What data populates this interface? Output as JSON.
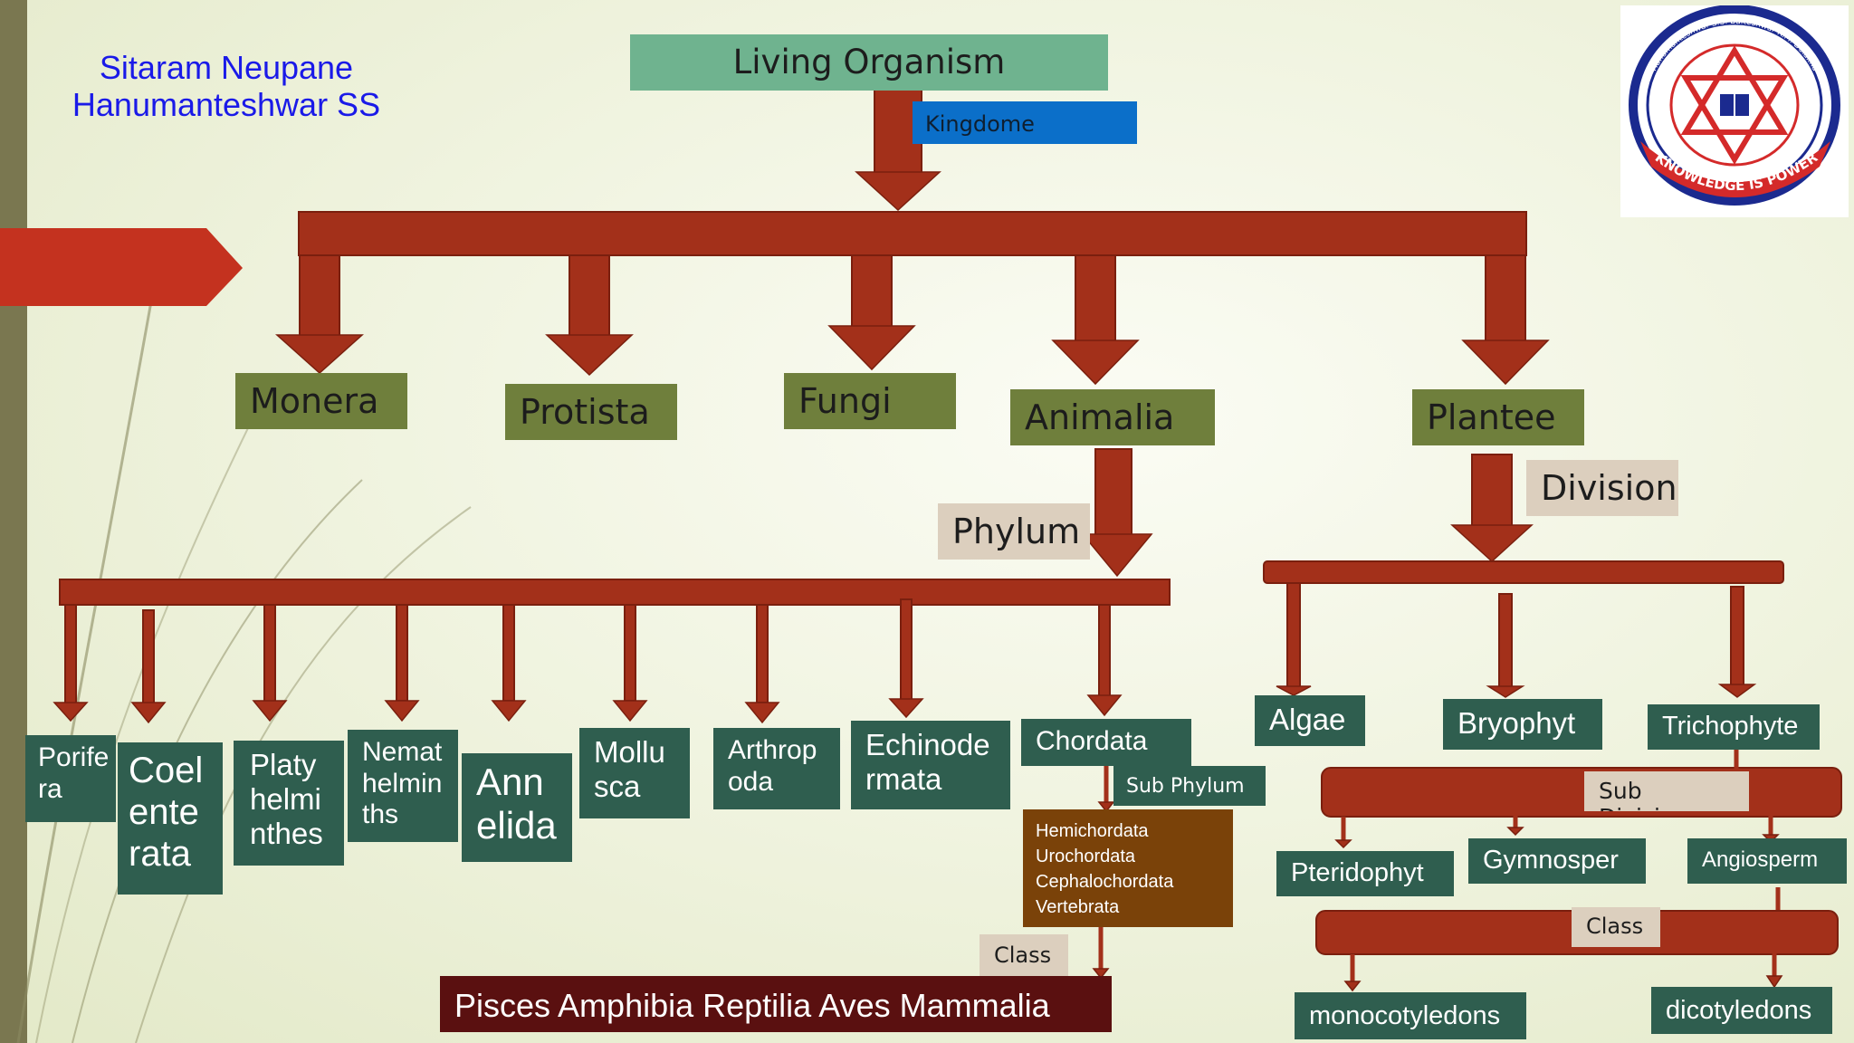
{
  "author": {
    "name": "Sitaram Neupane",
    "school": "Hanumanteshwar SS"
  },
  "nodes": {
    "root": "Living Organism",
    "kingdome_label": "Kingdome",
    "kingdoms": [
      "Monera",
      "Protista",
      "Fungi",
      "Animalia",
      "Plantee"
    ],
    "phylum_label": "Phylum",
    "division_label": "Division",
    "phyla": [
      "Porife\nra",
      "Coel\nente\nrata",
      "Platy\nhelmi\nnthes",
      "Nemat\nhelmin\nths",
      "Ann\nelida",
      "Mollu\nsca",
      "Arthrop\noda",
      "Echinode\nrmata",
      "Chordata"
    ],
    "sub_phylum_label": "Sub Phylum",
    "sub_phyla": "Hemichordata\nUrochordata\nCephalochordata\nVertebrata",
    "chordata_class_label": "Class",
    "classes": "Pisces Amphibia Reptilia Aves Mammalia",
    "divisions": [
      "Algae",
      "Bryophyt\na",
      "Trichophyte"
    ],
    "sub_division_label": "Sub Division",
    "sub_divisions": [
      "Pteridophyt\ne",
      "Gymnosper\nm",
      "Angiosperm"
    ],
    "angio_class_label": "Class",
    "angio_classes": [
      "monocotyledons",
      "dicotyledons"
    ]
  },
  "logo": {
    "motto": "KNOWLEDGE IS POWER",
    "ring_text": "Hanumanteshwar S.S. Baiteshwar R.M. Dolakha"
  },
  "colors": {
    "arrow": "#a3301a",
    "olive": "#6f7f3c",
    "teal": "#2f5e4f",
    "beige": "#dccfbe",
    "mint": "#6fb38f",
    "blue": "#0b6fc9",
    "brown": "#7a4209",
    "maroon": "#5a1010",
    "author": "#1a1ae8"
  }
}
